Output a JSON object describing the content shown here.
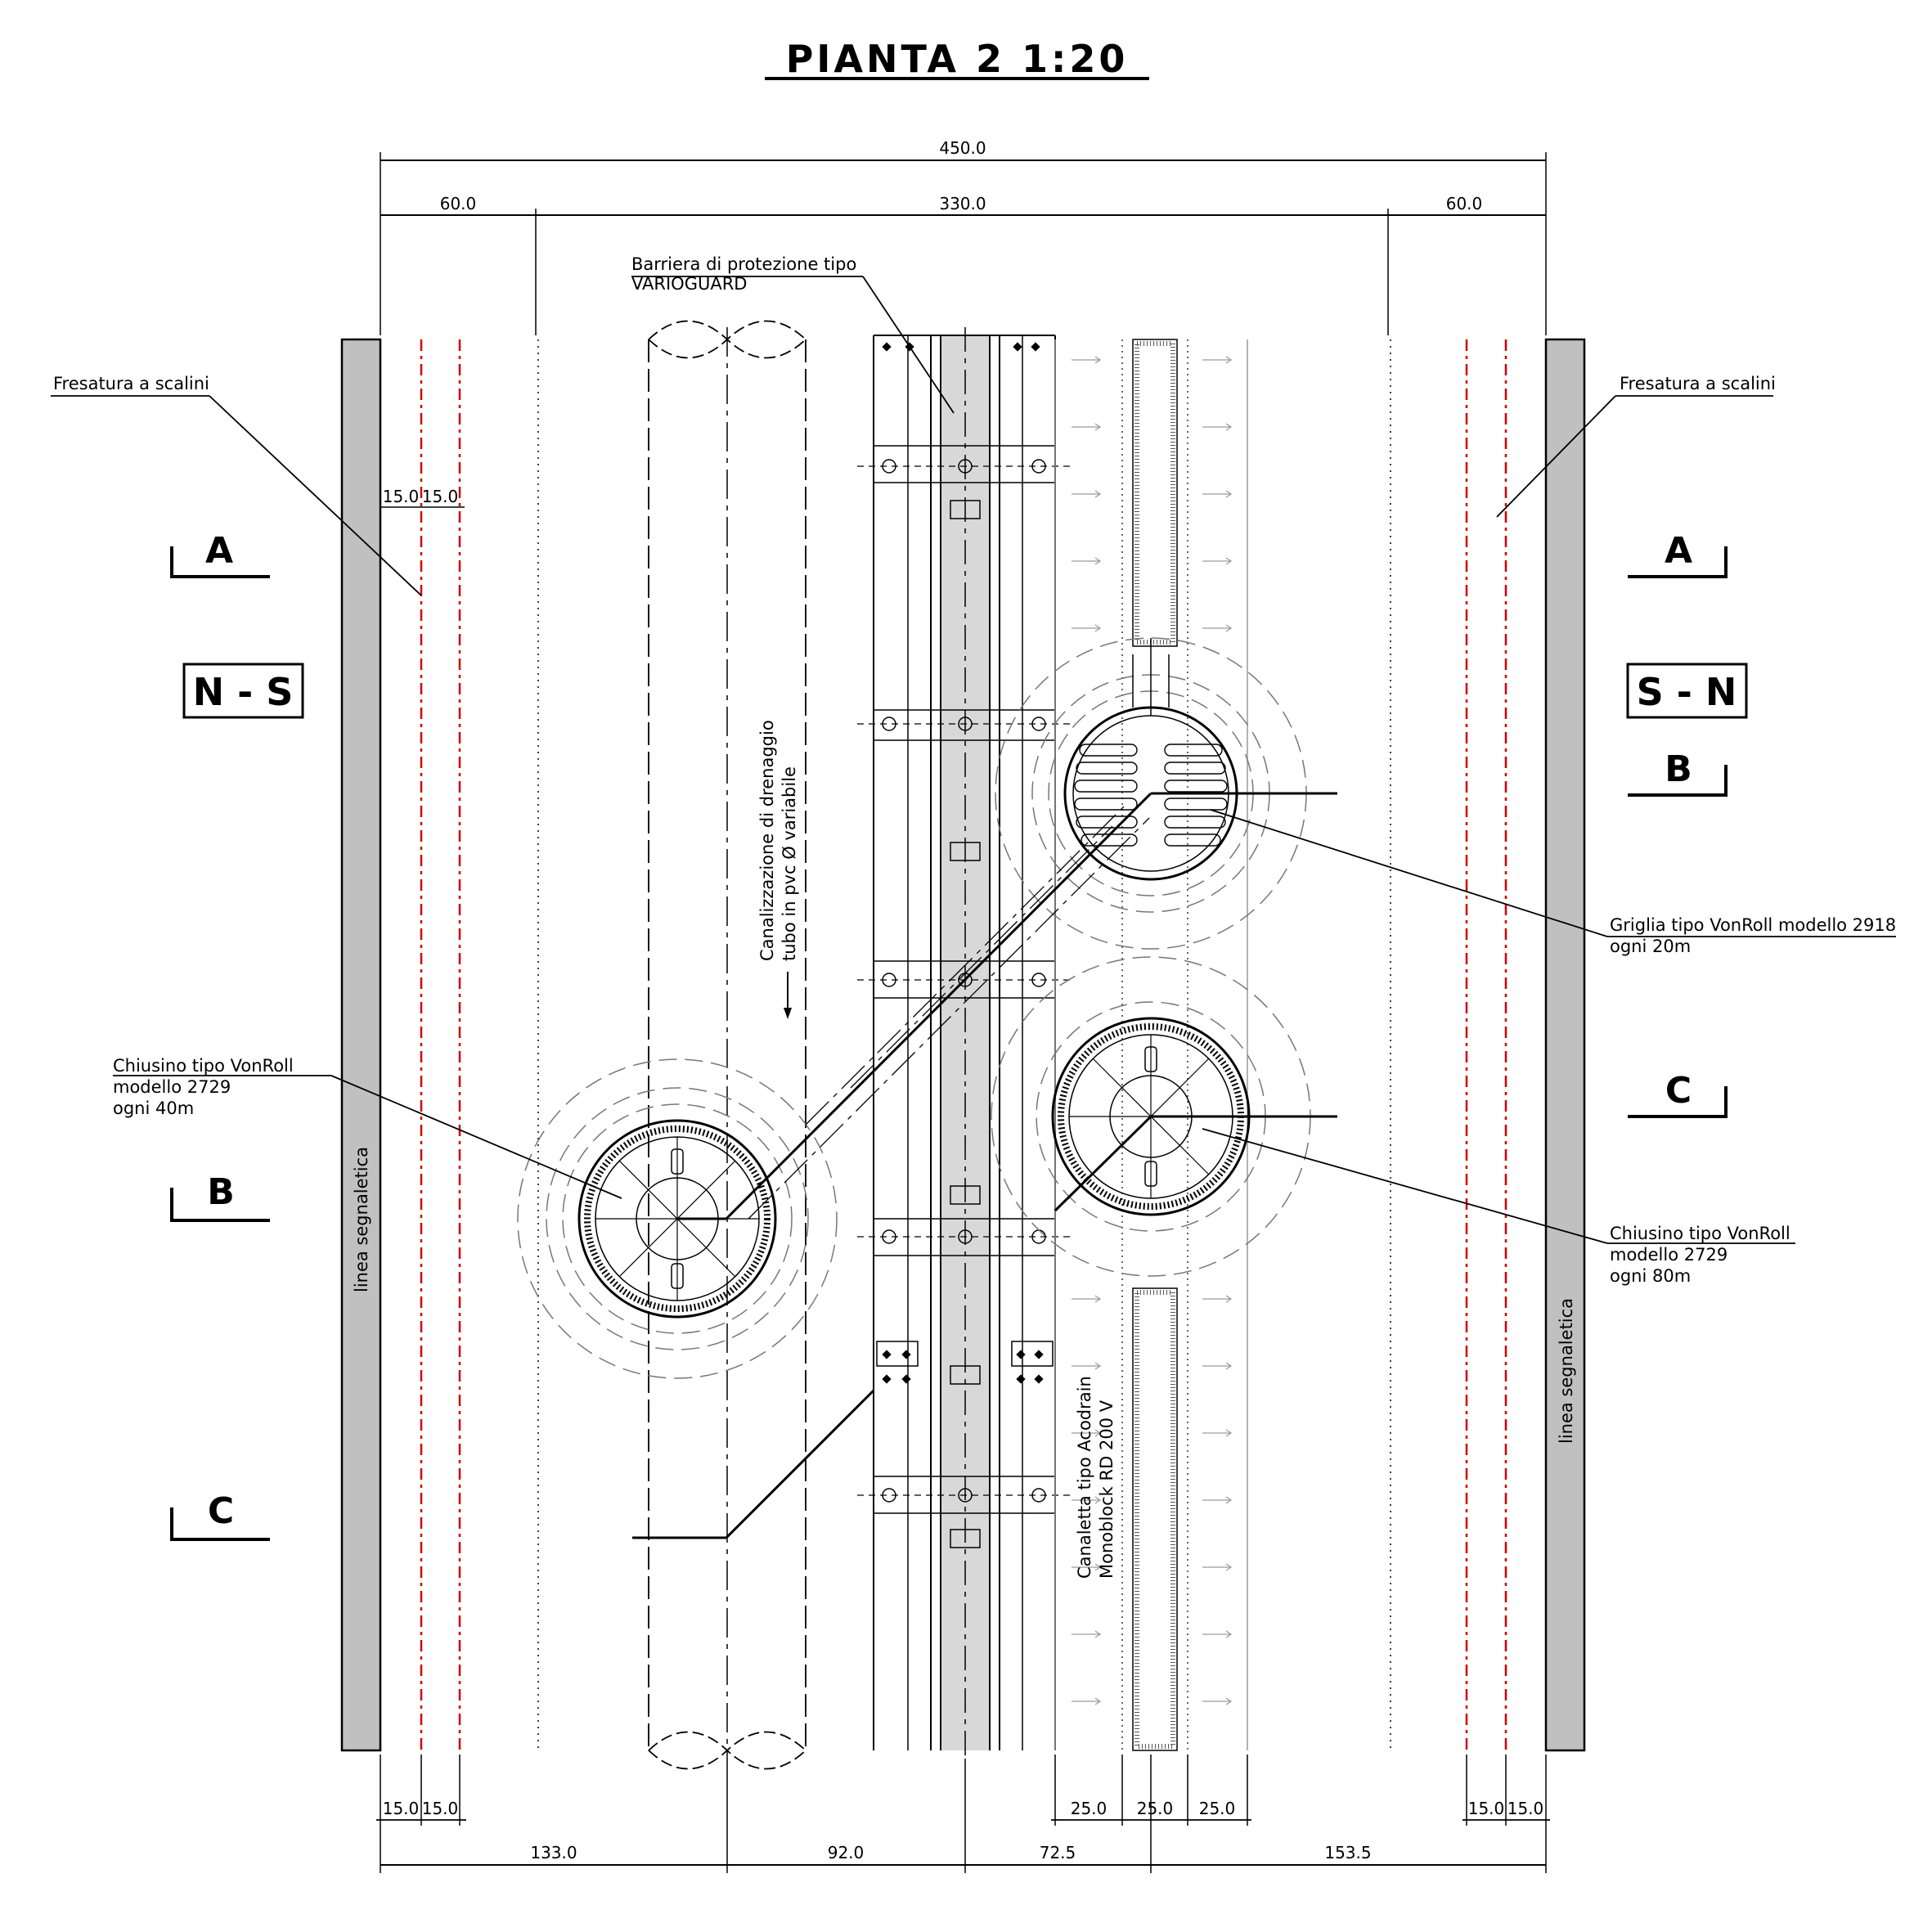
{
  "title": "PIANTA 2 1:20",
  "dimensions": {
    "top_total": "450.0",
    "top_left": "60.0",
    "top_middle": "330.0",
    "top_right": "60.0",
    "left_small_a": "15.0",
    "left_small_b": "15.0",
    "bottom_left_a": "15.0",
    "bottom_left_b": "15.0",
    "bottom_mid_a": "25.0",
    "bottom_mid_b": "25.0",
    "bottom_mid_c": "25.0",
    "bottom_right_a": "15.0",
    "bottom_right_b": "15.0",
    "bottom_133": "133.0",
    "bottom_92": "92.0",
    "bottom_72": "72.5",
    "bottom_153": "153.5"
  },
  "labels": {
    "barriera_1": "Barriera di protezione tipo",
    "barriera_2": "VARIOGUARD",
    "fresatura_left": "Fresatura a scalini",
    "fresatura_right": "Fresatura a scalini",
    "canalizzazione_1": "Canalizzazione di drenaggio",
    "canalizzazione_2": "tubo in pvc Ø variabile",
    "griglia_1": "Griglia tipo VonRoll modello 2918",
    "griglia_2": "ogni 20m",
    "chiusino_left_1": "Chiusino tipo VonRoll",
    "chiusino_left_2": "modello 2729",
    "chiusino_left_3": "ogni 40m",
    "chiusino_right_1": "Chiusino tipo VonRoll",
    "chiusino_right_2": "modello 2729",
    "chiusino_right_3": "ogni 80m",
    "canaletta_1": "Canaletta tipo Acodrain",
    "canaletta_2": "Monoblock RD 200 V",
    "linea_left": "linea segnaletica",
    "linea_right": "linea segnaletica"
  },
  "sections": {
    "left_a": "A",
    "left_b": "B",
    "left_c": "C",
    "right_a": "A",
    "right_b": "B",
    "right_c": "C"
  },
  "direction": {
    "left": "N - S",
    "right": "S - N"
  },
  "colors": {
    "line": "#000000",
    "red_marking": "#d40000",
    "strip_fill": "#c0c0c0",
    "barrier_fill": "#d8d8d8"
  }
}
